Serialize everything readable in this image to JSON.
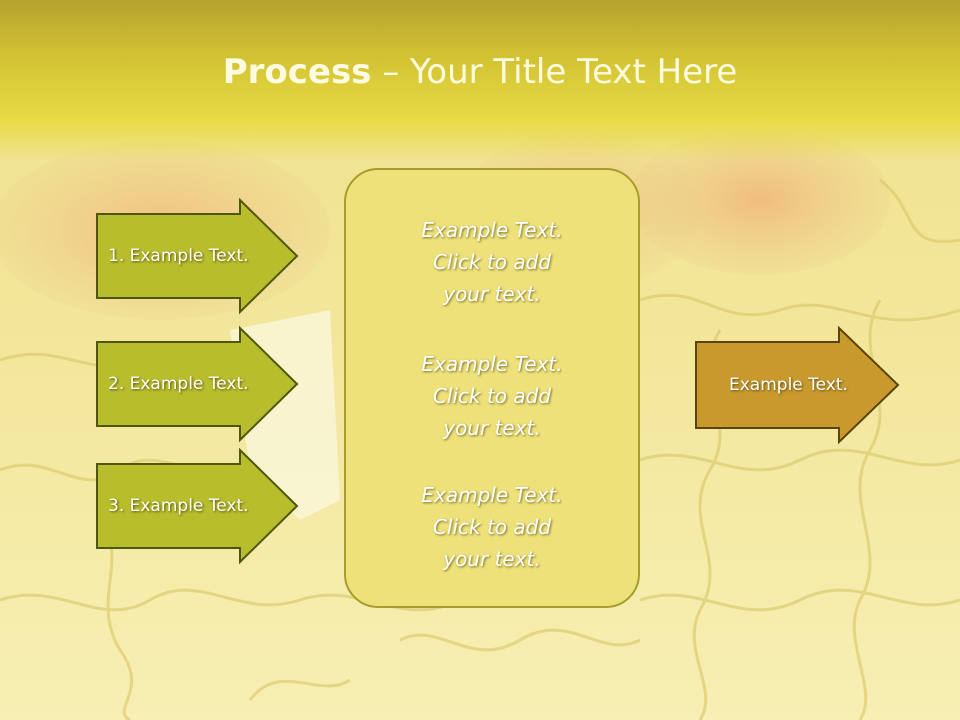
{
  "slide": {
    "title_bold": "Process",
    "title_rest": " – Your Title Text Here"
  },
  "left_arrows": [
    {
      "label": "1. Example Text."
    },
    {
      "label": "2. Example Text."
    },
    {
      "label": "3. Example Text."
    }
  ],
  "center_box": {
    "blocks": [
      {
        "line1": "Example Text.",
        "line2": "Click  to add",
        "line3": "your text."
      },
      {
        "line1": "Example Text.",
        "line2": "Click  to add",
        "line3": "your text."
      },
      {
        "line1": "Example Text.",
        "line2": "Click  to add",
        "line3": "your text."
      }
    ]
  },
  "right_arrow": {
    "label": "Example Text."
  },
  "colors": {
    "left_arrow_fill": "#b8bd2c",
    "left_arrow_stroke": "#4f560f",
    "right_arrow_fill": "#c89a2e",
    "right_arrow_stroke": "#5a430d",
    "center_fill": "#eee17a",
    "center_stroke": "#a89c2c"
  }
}
